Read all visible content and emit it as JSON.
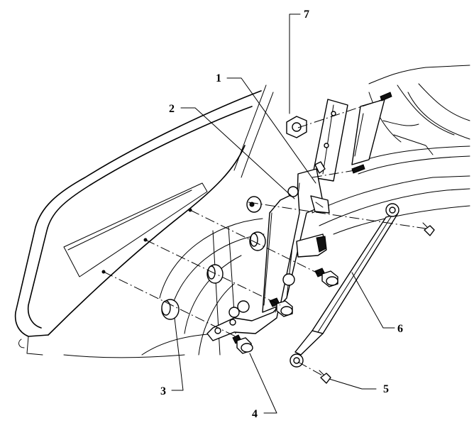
{
  "callouts": [
    {
      "number": "1"
    },
    {
      "number": "2"
    },
    {
      "number": "3"
    },
    {
      "number": "4"
    },
    {
      "number": "5"
    },
    {
      "number": "6"
    },
    {
      "number": "7"
    }
  ]
}
